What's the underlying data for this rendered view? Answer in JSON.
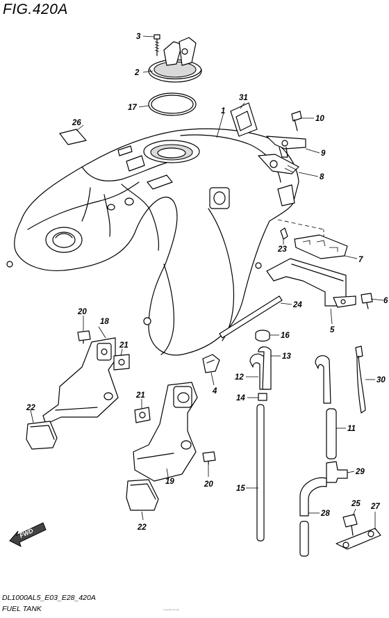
{
  "figure_title": "FIG.420A",
  "footer": {
    "code": "DL1000AL5_E03_E28_420A",
    "name": "FUEL TANK",
    "tiny_print": "Copyright Suzuki"
  },
  "forward_label": "FWD",
  "callouts": [
    {
      "id": "c1",
      "label": "1"
    },
    {
      "id": "c2",
      "label": "2"
    },
    {
      "id": "c3",
      "label": "3"
    },
    {
      "id": "c4",
      "label": "4"
    },
    {
      "id": "c5",
      "label": "5"
    },
    {
      "id": "c6",
      "label": "6"
    },
    {
      "id": "c7",
      "label": "7"
    },
    {
      "id": "c8",
      "label": "8"
    },
    {
      "id": "c9",
      "label": "9"
    },
    {
      "id": "c10",
      "label": "10"
    },
    {
      "id": "c11",
      "label": "11"
    },
    {
      "id": "c12",
      "label": "12"
    },
    {
      "id": "c13",
      "label": "13"
    },
    {
      "id": "c14",
      "label": "14"
    },
    {
      "id": "c15",
      "label": "15"
    },
    {
      "id": "c16",
      "label": "16"
    },
    {
      "id": "c17",
      "label": "17"
    },
    {
      "id": "c18",
      "label": "18"
    },
    {
      "id": "c19",
      "label": "19"
    },
    {
      "id": "c20a",
      "label": "20"
    },
    {
      "id": "c20b",
      "label": "20"
    },
    {
      "id": "c21a",
      "label": "21"
    },
    {
      "id": "c21b",
      "label": "21"
    },
    {
      "id": "c22a",
      "label": "22"
    },
    {
      "id": "c22b",
      "label": "22"
    },
    {
      "id": "c23",
      "label": "23"
    },
    {
      "id": "c24",
      "label": "24"
    },
    {
      "id": "c25",
      "label": "25"
    },
    {
      "id": "c26",
      "label": "26"
    },
    {
      "id": "c27",
      "label": "27"
    },
    {
      "id": "c28",
      "label": "28"
    },
    {
      "id": "c29",
      "label": "29"
    },
    {
      "id": "c30",
      "label": "30"
    },
    {
      "id": "c31",
      "label": "31"
    }
  ]
}
